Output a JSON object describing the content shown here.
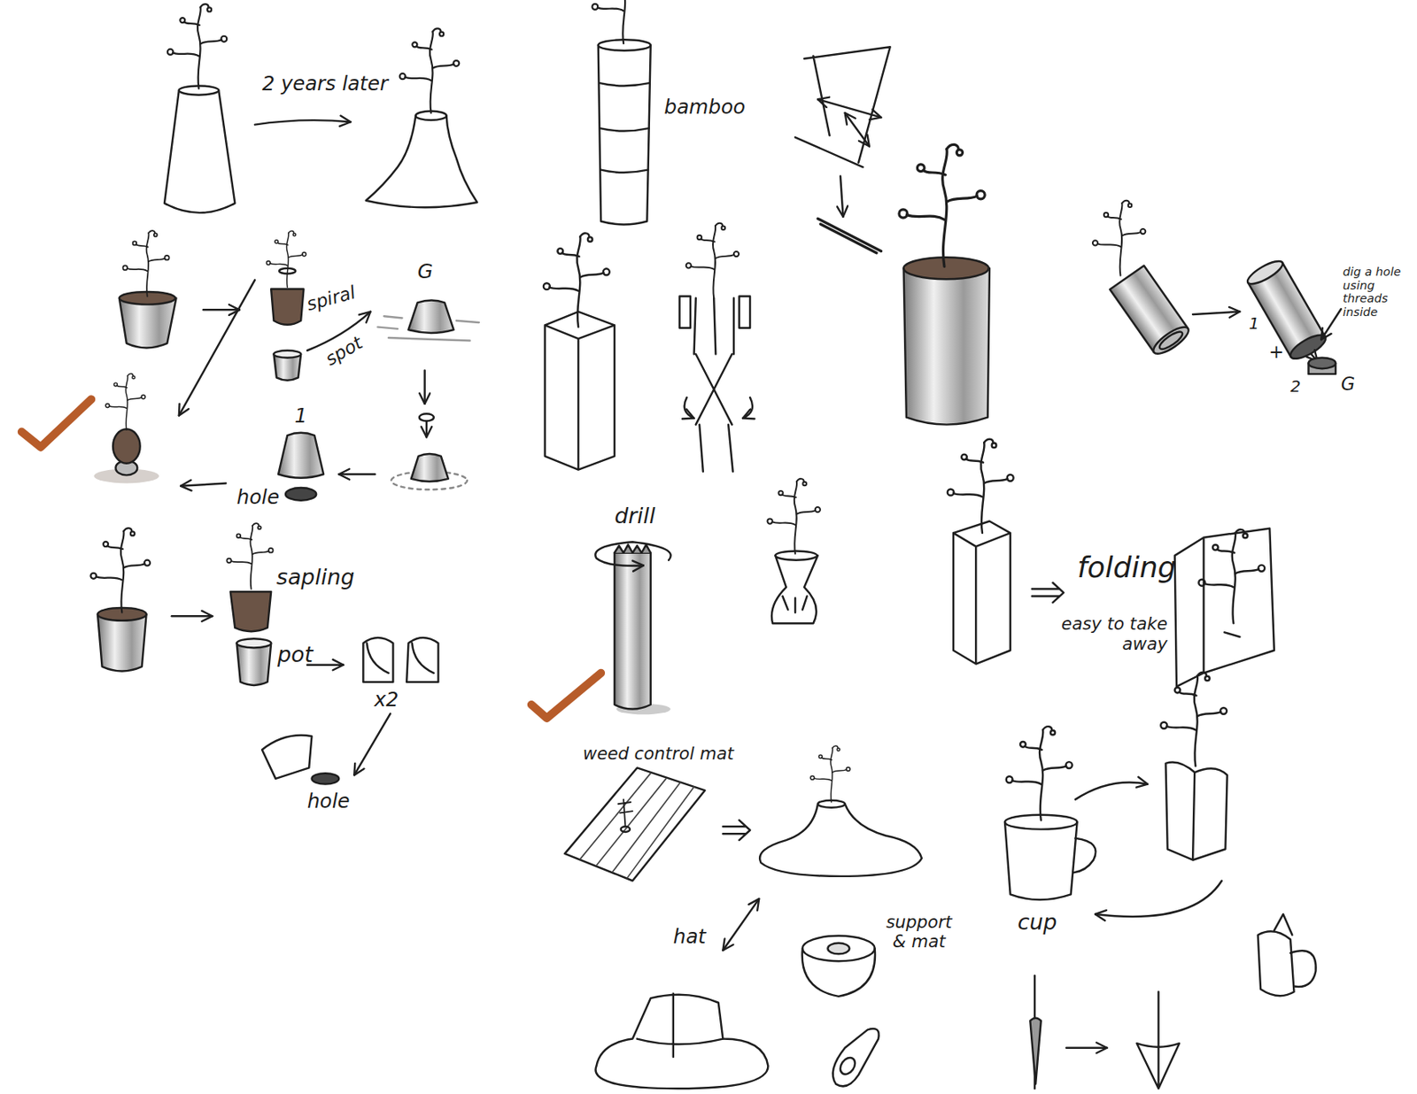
{
  "diagram": {
    "labels": [
      "2 years later",
      "bamboo",
      "dig a hole using threads inside",
      "1",
      "+",
      "2",
      "G",
      "G",
      "spiral",
      "spot",
      "1",
      "hole",
      "sapling",
      "pot",
      "x2",
      "hole",
      "drill",
      "folding",
      "easy to take away",
      "weed control mat",
      "hat",
      "support & mat",
      "cup"
    ]
  }
}
